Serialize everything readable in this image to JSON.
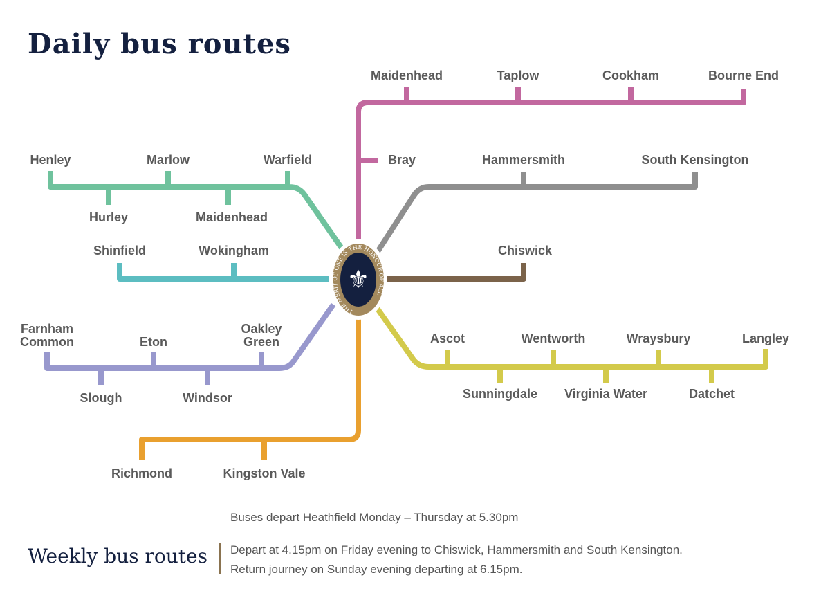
{
  "title": "Daily bus routes",
  "logo": {
    "motto": "THE MERIT OF ONE IS THE HONOUR OF ALL",
    "icon": "fleur-de-lis-icon"
  },
  "colors": {
    "pink": "#c2689f",
    "gray": "#8f8f8f",
    "green": "#6fc29d",
    "teal": "#5cbdc1",
    "purple": "#9898cd",
    "brown": "#7b634a",
    "orange": "#e9a02f",
    "yellow": "#d3ca4b",
    "title": "#14203f"
  },
  "routes": {
    "pink": [
      "Maidenhead",
      "Taplow",
      "Cookham",
      "Bourne End",
      "Bray"
    ],
    "gray": [
      "Hammersmith",
      "South Kensington"
    ],
    "green": [
      "Henley",
      "Marlow",
      "Warfield",
      "Hurley",
      "Maidenhead"
    ],
    "teal": [
      "Shinfield",
      "Wokingham"
    ],
    "brown": [
      "Chiswick"
    ],
    "purple": [
      "Farnham",
      "Common",
      "Eton",
      "Oakley",
      "Green",
      "Slough",
      "Windsor"
    ],
    "yellow": [
      "Ascot",
      "Wentworth",
      "Wraysbury",
      "Langley",
      "Sunningdale",
      "Virginia Water",
      "Datchet"
    ],
    "orange": [
      "Richmond",
      "Kingston Vale"
    ]
  },
  "notes": {
    "daily": "Buses depart Heathfield Monday – Thursday at 5.30pm",
    "weekly_title": "Weekly bus routes",
    "weekly_line1": "Depart at 4.15pm on Friday evening to Chiswick, Hammersmith and South Kensington.",
    "weekly_line2": "Return journey on Sunday evening departing at 6.15pm."
  }
}
